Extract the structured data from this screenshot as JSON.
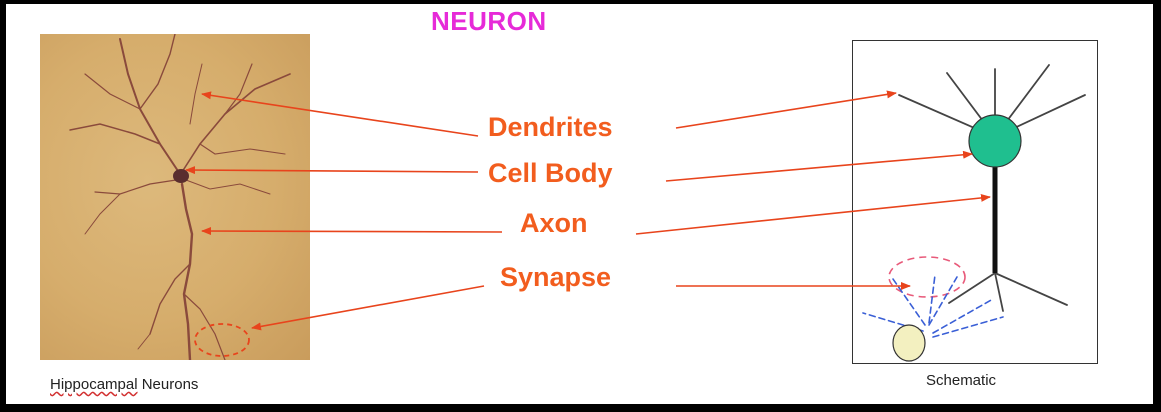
{
  "title": "NEURON",
  "labels": {
    "dendrites": "Dendrites",
    "cell_body": "Cell Body",
    "axon": "Axon",
    "synapse": "Synapse"
  },
  "captions": {
    "left_word1": "Hippocampal",
    "left_word2": "Neurons",
    "right": "Schematic"
  },
  "colors": {
    "title": "#e62ad8",
    "label": "#f25d1e",
    "arrow": "#e8441c",
    "cell_body": "#1fbf8f",
    "target_cell": "#f3f0c0",
    "synapse_circle": "#e85a7a",
    "synapse_dashes": "#3a5fd6",
    "photo_background": "#d6ad6c",
    "neuron_stain": "#8a4a3c"
  }
}
